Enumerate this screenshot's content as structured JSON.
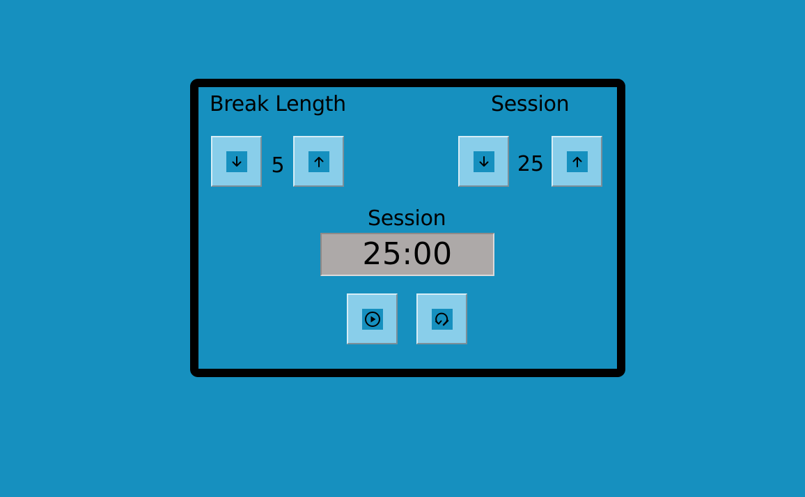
{
  "break": {
    "label": "Break Length",
    "value": "5",
    "decrement_icon": "arrow-down-icon",
    "increment_icon": "arrow-up-icon"
  },
  "session": {
    "label": "Session",
    "value": "25",
    "decrement_icon": "arrow-down-icon",
    "increment_icon": "arrow-up-icon"
  },
  "timer": {
    "label": "Session",
    "time_left": "25:00"
  },
  "controls": {
    "start_stop_icon": "play-circle-icon",
    "reset_icon": "refresh-icon"
  },
  "colors": {
    "background": "#1690bf",
    "button": "#89ceea",
    "display": "#ada9a8",
    "border": "#000000"
  }
}
